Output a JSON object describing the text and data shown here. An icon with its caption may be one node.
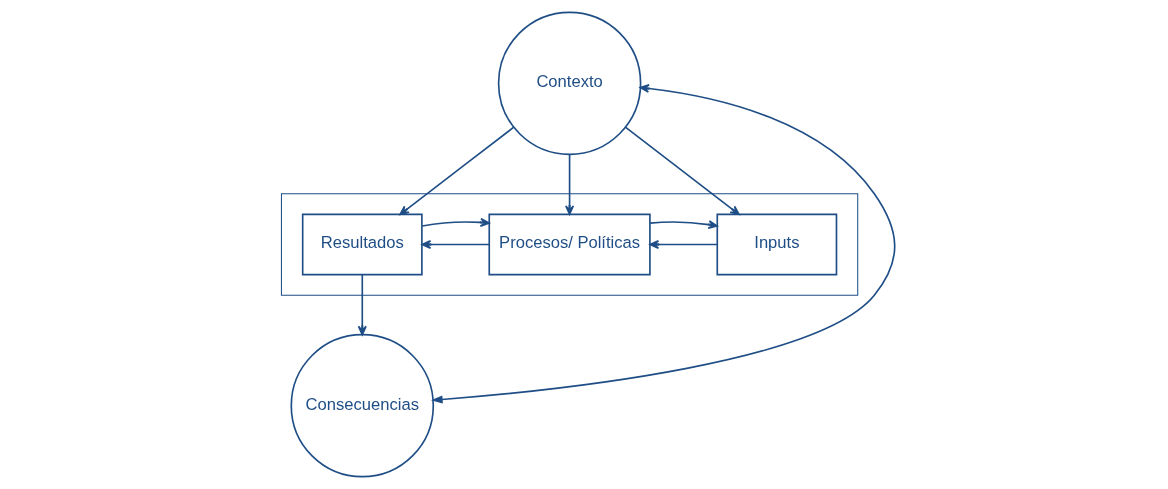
{
  "diagram": {
    "nodes": [
      {
        "text": [
          "Contexto"
        ]
      },
      {
        "text": [],
        "shape": "box"
      },
      {
        "text": [
          "Inputs"
        ],
        "in": 1
      },
      {
        "text": [
          "Procesos/ Políticas"
        ],
        "in": 1
      },
      {
        "text": [
          "Resultados"
        ],
        "in": 1
      },
      {
        "text": [
          "Consecuencias"
        ]
      }
    ],
    "edges": [
      {
        "from": 0,
        "to": 2,
        "arrow": "to"
      },
      {
        "from": 0,
        "to": 3,
        "arrow": "to"
      },
      {
        "from": 0,
        "to": 4,
        "arrow": "to"
      },
      {
        "from": 5,
        "to": 0,
        "arrow": "both"
      },
      {
        "from": 2,
        "to": 3,
        "arrow": "to"
      },
      {
        "from": 3,
        "to": 2,
        "arrow": "to"
      },
      {
        "from": 3,
        "to": 4,
        "arrow": "to"
      },
      {
        "from": 4,
        "to": 3,
        "arrow": "to"
      },
      {
        "from": 4,
        "to": 5,
        "arrow": "to"
      }
    ]
  }
}
